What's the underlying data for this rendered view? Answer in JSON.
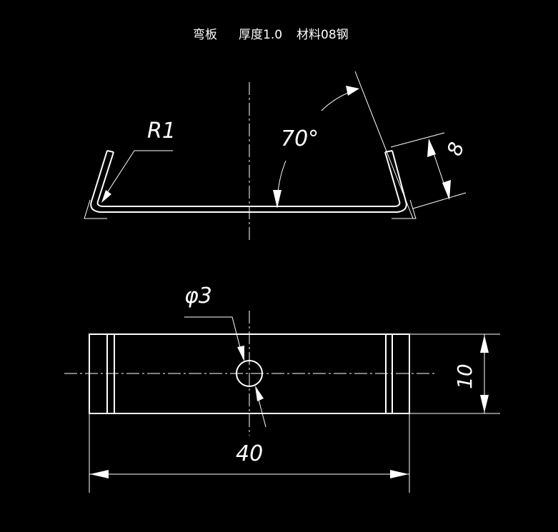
{
  "title": {
    "part_name": "弯板",
    "thickness": "厚度1.0",
    "material": "材料08钢"
  },
  "front_view": {
    "radius_label": "R1",
    "angle_label": "70°",
    "flange_height_label": "8"
  },
  "top_view": {
    "hole_label": "φ3",
    "width_label": "10",
    "length_label": "40"
  },
  "colors": {
    "background": "#000000",
    "lines": "#ffffff"
  }
}
